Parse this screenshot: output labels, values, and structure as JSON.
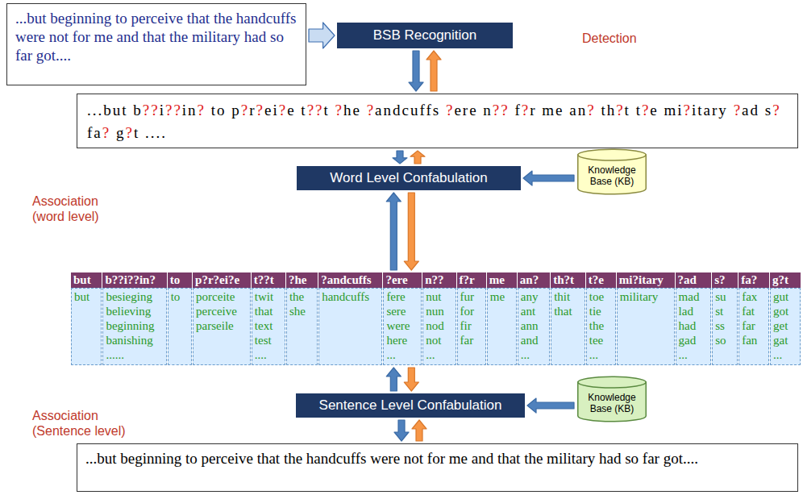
{
  "diagram": {
    "nodes": [
      {
        "text": [
          "...but beginning to perceive that the handcuffs were not for me and that the military had so far got...."
        ]
      },
      {
        "text": [
          "BSB Recognition"
        ]
      },
      {
        "text": [
          "...but b??i??in? to p?r?ei?e t??t ?he ?andcuffs ?ere n?? f?r me an? th?t t?e mi?itary ?ad s? fa? g?t ...."
        ]
      },
      {
        "text": [
          "Word Level Confabulation"
        ]
      },
      {
        "text": [
          "Knowledge Base (KB)"
        ]
      },
      {
        "text": [
          "but",
          "but"
        ]
      },
      {
        "text": [
          "b??i??in?",
          "besieging",
          "believing",
          "beginning",
          "banishing",
          "......"
        ]
      },
      {
        "text": [
          "to",
          "to"
        ]
      },
      {
        "text": [
          "p?r?ei?e",
          "porceite",
          "perceive",
          "parseile"
        ]
      },
      {
        "text": [
          "t??t",
          "twit",
          "that",
          "text",
          "test",
          "...."
        ]
      },
      {
        "text": [
          "?he",
          "the",
          "she"
        ]
      },
      {
        "text": [
          "?andcuffs",
          "handcuffs"
        ]
      },
      {
        "text": [
          "?ere",
          "fere",
          "sere",
          "were",
          "here",
          "..."
        ]
      },
      {
        "text": [
          "n??",
          "nut",
          "nun",
          "nod",
          "not",
          "..."
        ]
      },
      {
        "text": [
          "f?r",
          "fur",
          "for",
          "fir",
          "far"
        ]
      },
      {
        "text": [
          "me",
          "me"
        ]
      },
      {
        "text": [
          "an?",
          "any",
          "ant",
          "ann",
          "and",
          "..."
        ]
      },
      {
        "text": [
          "th?t",
          "thit",
          "that"
        ]
      },
      {
        "text": [
          "t?e",
          "toe",
          "tie",
          "the",
          "tee",
          "..."
        ]
      },
      {
        "text": [
          "mi?itary",
          "military"
        ]
      },
      {
        "text": [
          "?ad",
          "mad",
          "lad",
          "had",
          "gad",
          "..."
        ]
      },
      {
        "text": [
          "s?",
          "su",
          "st",
          "ss",
          "so"
        ]
      },
      {
        "text": [
          "fa?",
          "fax",
          "fat",
          "far",
          "fan"
        ]
      },
      {
        "text": [
          "g?t",
          "gut",
          "got",
          "get",
          "gat",
          "..."
        ]
      },
      {
        "text": [
          "Sentence Level Confabulation"
        ]
      },
      {
        "text": [
          "Knowledge Base (KB)"
        ]
      },
      {
        "text": [
          "...but beginning to perceive that the handcuffs were not for me and that the military had so far got...."
        ]
      }
    ],
    "edges": [
      {
        "from": 0,
        "to": 1,
        "arrow": "to"
      },
      {
        "from": 1,
        "to": 2,
        "arrow": "to"
      },
      {
        "from": 2,
        "to": 1,
        "arrow": "to"
      },
      {
        "from": 2,
        "to": 3,
        "arrow": "to"
      },
      {
        "from": 3,
        "to": 2,
        "arrow": "to"
      },
      {
        "from": 4,
        "to": 3,
        "arrow": "to"
      },
      {
        "from": 3,
        "to": 12,
        "arrow": "to"
      },
      {
        "from": 12,
        "to": 3,
        "arrow": "to"
      },
      {
        "from": 12,
        "to": 24,
        "arrow": "to"
      },
      {
        "from": 24,
        "to": 12,
        "arrow": "to"
      },
      {
        "from": 25,
        "to": 24,
        "arrow": "to"
      },
      {
        "from": 24,
        "to": 26,
        "arrow": "to"
      },
      {
        "from": 26,
        "to": 24,
        "arrow": "to"
      }
    ],
    "labels": [
      "Detection",
      "Association (word level)",
      "Association (Sentence level)"
    ]
  }
}
